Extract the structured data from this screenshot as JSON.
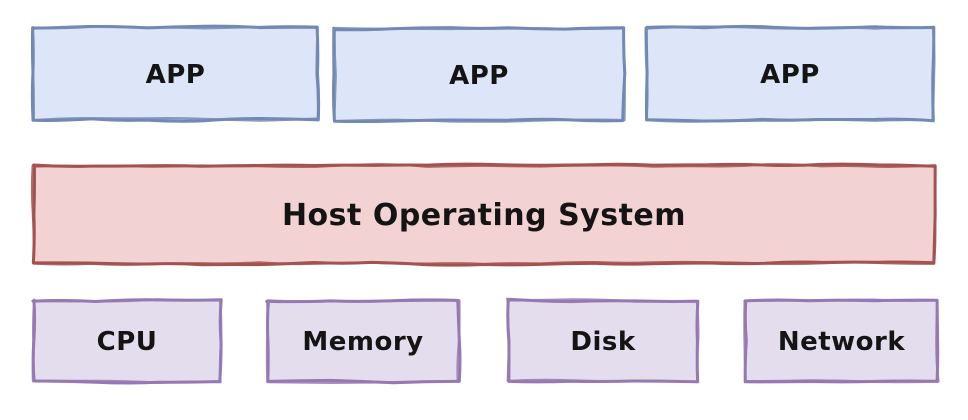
{
  "diagram": {
    "apps": [
      {
        "label": "APP"
      },
      {
        "label": "APP"
      },
      {
        "label": "APP"
      }
    ],
    "host": {
      "label": "Host Operating System"
    },
    "hardware": [
      {
        "label": "CPU"
      },
      {
        "label": "Memory"
      },
      {
        "label": "Disk"
      },
      {
        "label": "Network"
      }
    ]
  },
  "palette": {
    "app": {
      "fill": "#dce6f8",
      "stroke": "#7289b4"
    },
    "host": {
      "fill": "#f2d2d2",
      "stroke": "#a35250"
    },
    "hardware": {
      "fill": "#e4ddee",
      "stroke": "#9579b2"
    },
    "text": "#141414",
    "background": "#ffffff"
  }
}
